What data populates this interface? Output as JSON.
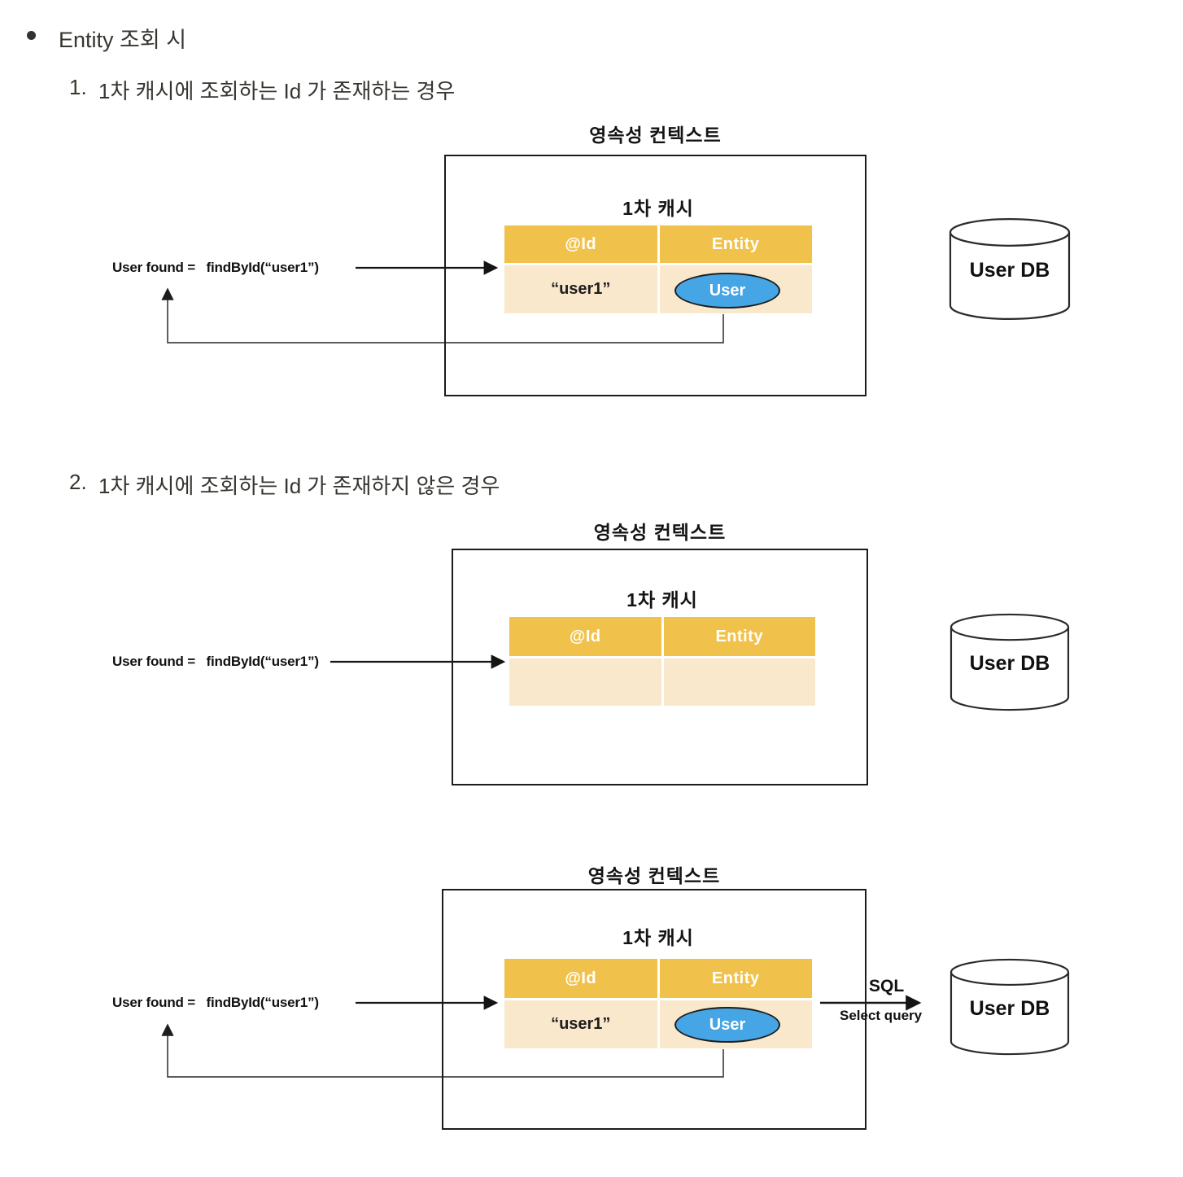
{
  "list": {
    "bullet_text": "Entity 조회 시",
    "item1_number": "1.",
    "item1_text": "1차 캐시에 조회하는 Id 가 존재하는 경우",
    "item2_number": "2.",
    "item2_text": "1차 캐시에 조회하는 Id 가 존재하지 않은 경우"
  },
  "diagrams": [
    {
      "title": "영속성 컨텍스트",
      "cache_title": "1차 캐시",
      "headers": [
        "@Id",
        "Entity"
      ],
      "row_id": "“user1”",
      "row_entity": "User",
      "code": "User found =   findById(“user1”)",
      "db_label": "User DB"
    },
    {
      "title": "영속성 컨텍스트",
      "cache_title": "1차 캐시",
      "headers": [
        "@Id",
        "Entity"
      ],
      "row_id": "",
      "row_entity": "",
      "code": "User found =   findById(“user1”)",
      "db_label": "User DB"
    },
    {
      "title": "영속성 컨텍스트",
      "cache_title": "1차 캐시",
      "headers": [
        "@Id",
        "Entity"
      ],
      "row_id": "“user1”",
      "row_entity": "User",
      "code": "User found =   findById(“user1”)",
      "db_label": "User DB",
      "sql_label": "SQL",
      "select_label": "Select query"
    }
  ],
  "colors": {
    "table_header": "#F1C24B",
    "table_row": "#FAE8CD",
    "entity_ellipse": "#45A5E5",
    "text_dark": "#37352F"
  }
}
